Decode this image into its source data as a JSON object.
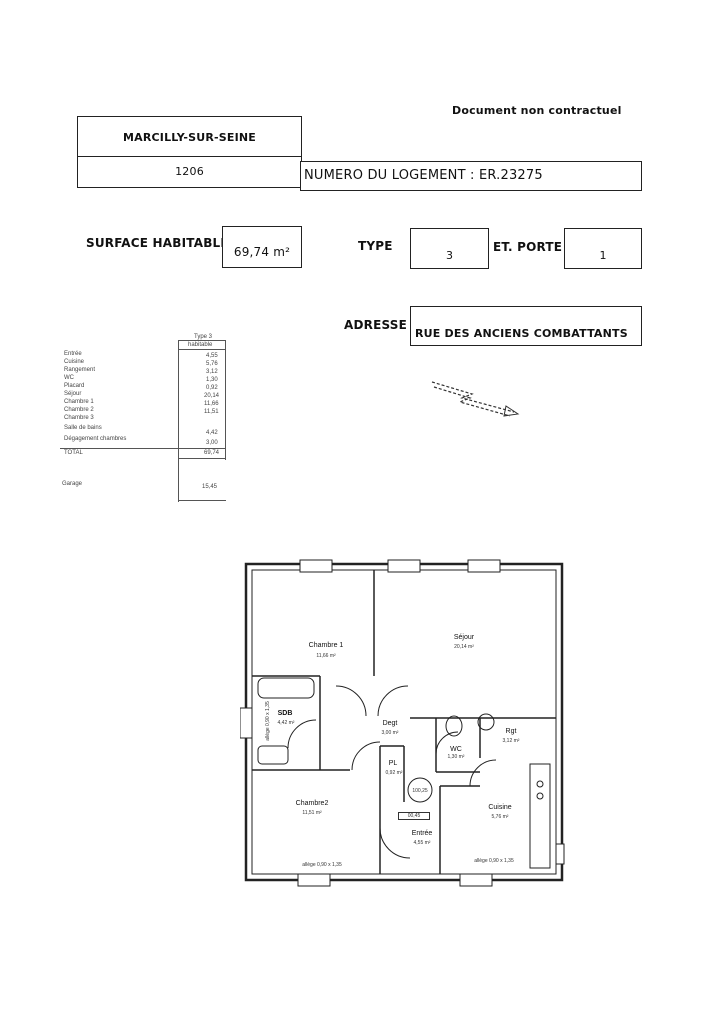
{
  "disclaimer": "Document non contractuel",
  "commune": "MARCILLY-SUR-SEINE",
  "program_code": "1206",
  "logement_label": "NUMERO DU LOGEMENT : ER.23275",
  "surface_label": "SURFACE HABITABLE",
  "surface_value": "69,74 m²",
  "type_label": "TYPE",
  "type_value": "3",
  "porte_label": "ET. PORTE",
  "porte_value": "1",
  "adresse_label": "ADRESSE",
  "adresse_value": "RUE DES ANCIENS COMBATTANTS",
  "table": {
    "header_top": "Type 3",
    "header_sub": "habitable",
    "rows": [
      {
        "room": "Entrée",
        "area": "4,55"
      },
      {
        "room": "Cuisine",
        "area": "5,76"
      },
      {
        "room": "Rangement",
        "area": "3,12"
      },
      {
        "room": "WC",
        "area": "1,30"
      },
      {
        "room": "Placard",
        "area": "0,92"
      },
      {
        "room": "Séjour",
        "area": "20,14"
      },
      {
        "room": "Chambre 1",
        "area": "11,66"
      },
      {
        "room": "Chambre 2",
        "area": "11,51"
      },
      {
        "room": "Chambre 3",
        "area": ""
      },
      {
        "room": "Salle de bains",
        "area": "4,42"
      },
      {
        "room": "Dégagement chambres",
        "area": "3,00"
      }
    ],
    "total_label": "TOTAL",
    "total_value": "69,74",
    "garage_label": "Garage",
    "garage_value": "15,45"
  },
  "plan": {
    "rooms": [
      {
        "name": "Chambre 1",
        "area": "11,66 m²"
      },
      {
        "name": "Séjour",
        "area": "20,14 m²"
      },
      {
        "name": "SDB",
        "area": "4,42 m²"
      },
      {
        "name": "Degt",
        "area": "3,00 m²"
      },
      {
        "name": "Rgt",
        "area": "3,12 m²"
      },
      {
        "name": "WC",
        "area": "1,30 m²"
      },
      {
        "name": "PL",
        "area": "0,92 m²"
      },
      {
        "name": "Chambre2",
        "area": "11,51 m²"
      },
      {
        "name": "Cuisine",
        "area": "5,76 m²"
      },
      {
        "name": "Entrée",
        "area": "4,55 m²"
      }
    ],
    "annotations": [
      "100,25",
      "00,45",
      "allège 0,90 x 1,35",
      "allège 0,90 x 1,35",
      "allège 0,90 x 1,35"
    ]
  }
}
